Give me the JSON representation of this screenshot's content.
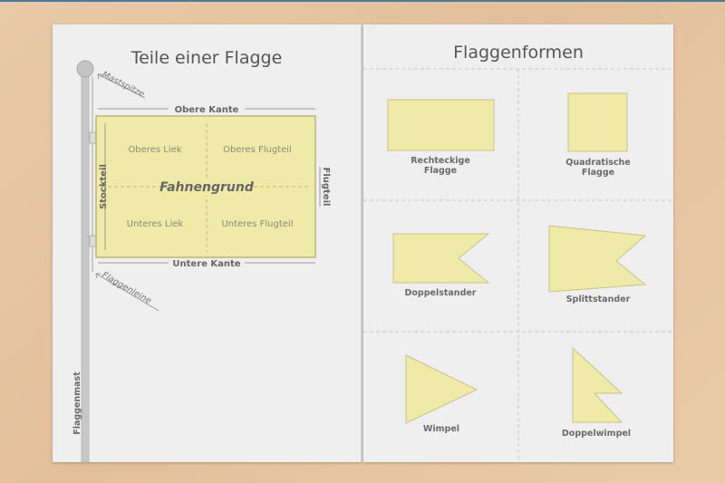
{
  "left": {
    "title": "Teile einer Flagge",
    "labels": {
      "mastspitze": "Mastspitze",
      "obere_kante": "Obere Kante",
      "untere_kante": "Untere Kante",
      "stockteil": "Stockteil",
      "flugteil": "Flugteil",
      "oberes_liek": "Oberes Liek",
      "oberes_flugteil": "Oberes Flugteil",
      "unteres_liek": "Unteres Liek",
      "unteres_flugteil": "Unteres Flugteil",
      "fahnengrund": "Fahnengrund",
      "flaggenleine": "Flaggenleine",
      "flaggenmast": "Flaggenmast"
    }
  },
  "right": {
    "title": "Flaggenformen",
    "shapes": {
      "rechteckig_1": "Rechteckige",
      "rechteckig_2": "Flagge",
      "quadratisch_1": "Quadratische",
      "quadratisch_2": "Flagge",
      "doppelstander": "Doppelstander",
      "splittstander": "Splittstander",
      "wimpel": "Wimpel",
      "doppelwimpel": "Doppelwimpel"
    }
  },
  "colors": {
    "flag_fill": "#f0eaa8",
    "flag_stroke": "#c9c28a",
    "page": "#efefef",
    "background": "#e6c6a4"
  }
}
